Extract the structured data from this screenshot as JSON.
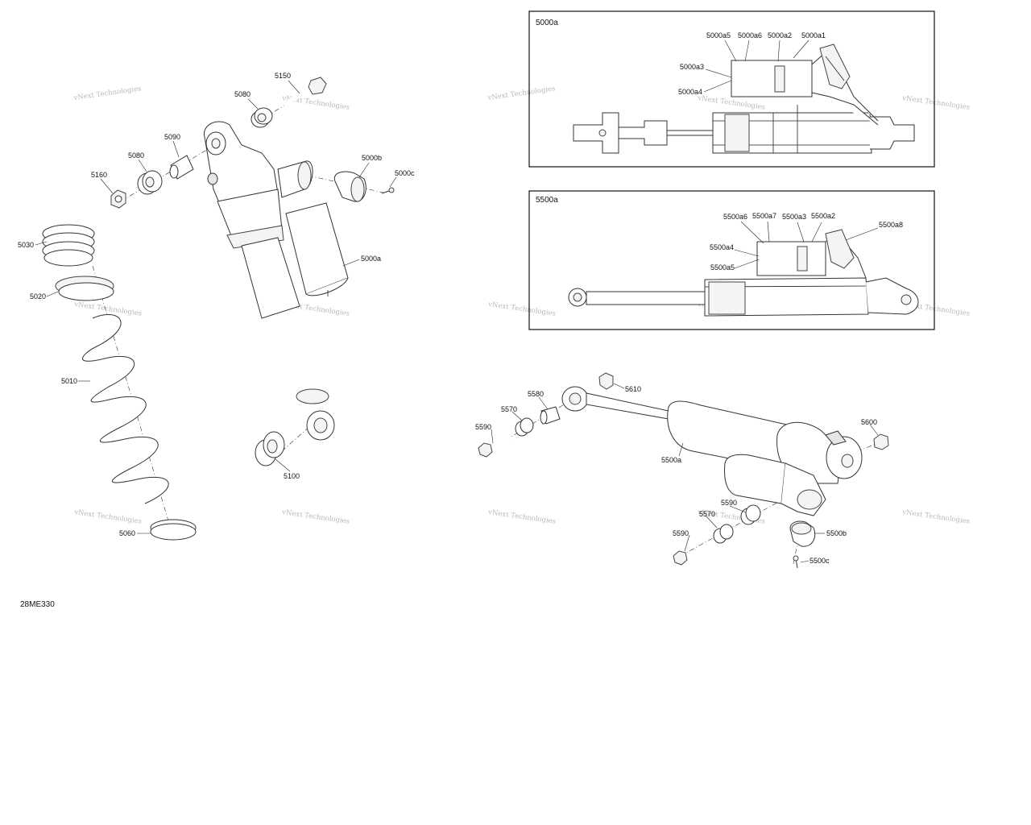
{
  "diagram": {
    "code": "28ME330",
    "watermark_text": "vNext Technologies",
    "detail_boxes": [
      {
        "title": "5000a"
      },
      {
        "title": "5500a"
      }
    ],
    "labels": {
      "l5150": "5150",
      "l5080a": "5080",
      "l5090": "5090",
      "l5080b": "5080",
      "l5160": "5160",
      "l5000b": "5000b",
      "l5000c": "5000c",
      "l5030": "5030",
      "l5020": "5020",
      "l5000a": "5000a",
      "l5010": "5010",
      "l5100": "5100",
      "l5060": "5060",
      "a5": "5000a5",
      "a6": "5000a6",
      "a2": "5000a2",
      "a1": "5000a1",
      "a3": "5000a3",
      "a4": "5000a4",
      "b6": "5500a6",
      "b7": "5500a7",
      "b3": "5500a3",
      "b2": "5500a2",
      "b8": "5500a8",
      "b4": "5500a4",
      "b5": "5500a5",
      "l5610": "5610",
      "l5580": "5580",
      "l5570a": "5570",
      "l5590a": "5590",
      "l5600": "5600",
      "l5500a": "5500a",
      "l5590b": "5590",
      "l5570b": "5570",
      "l5590c": "5590",
      "l5500b": "5500b",
      "l5500c": "5500c"
    }
  }
}
